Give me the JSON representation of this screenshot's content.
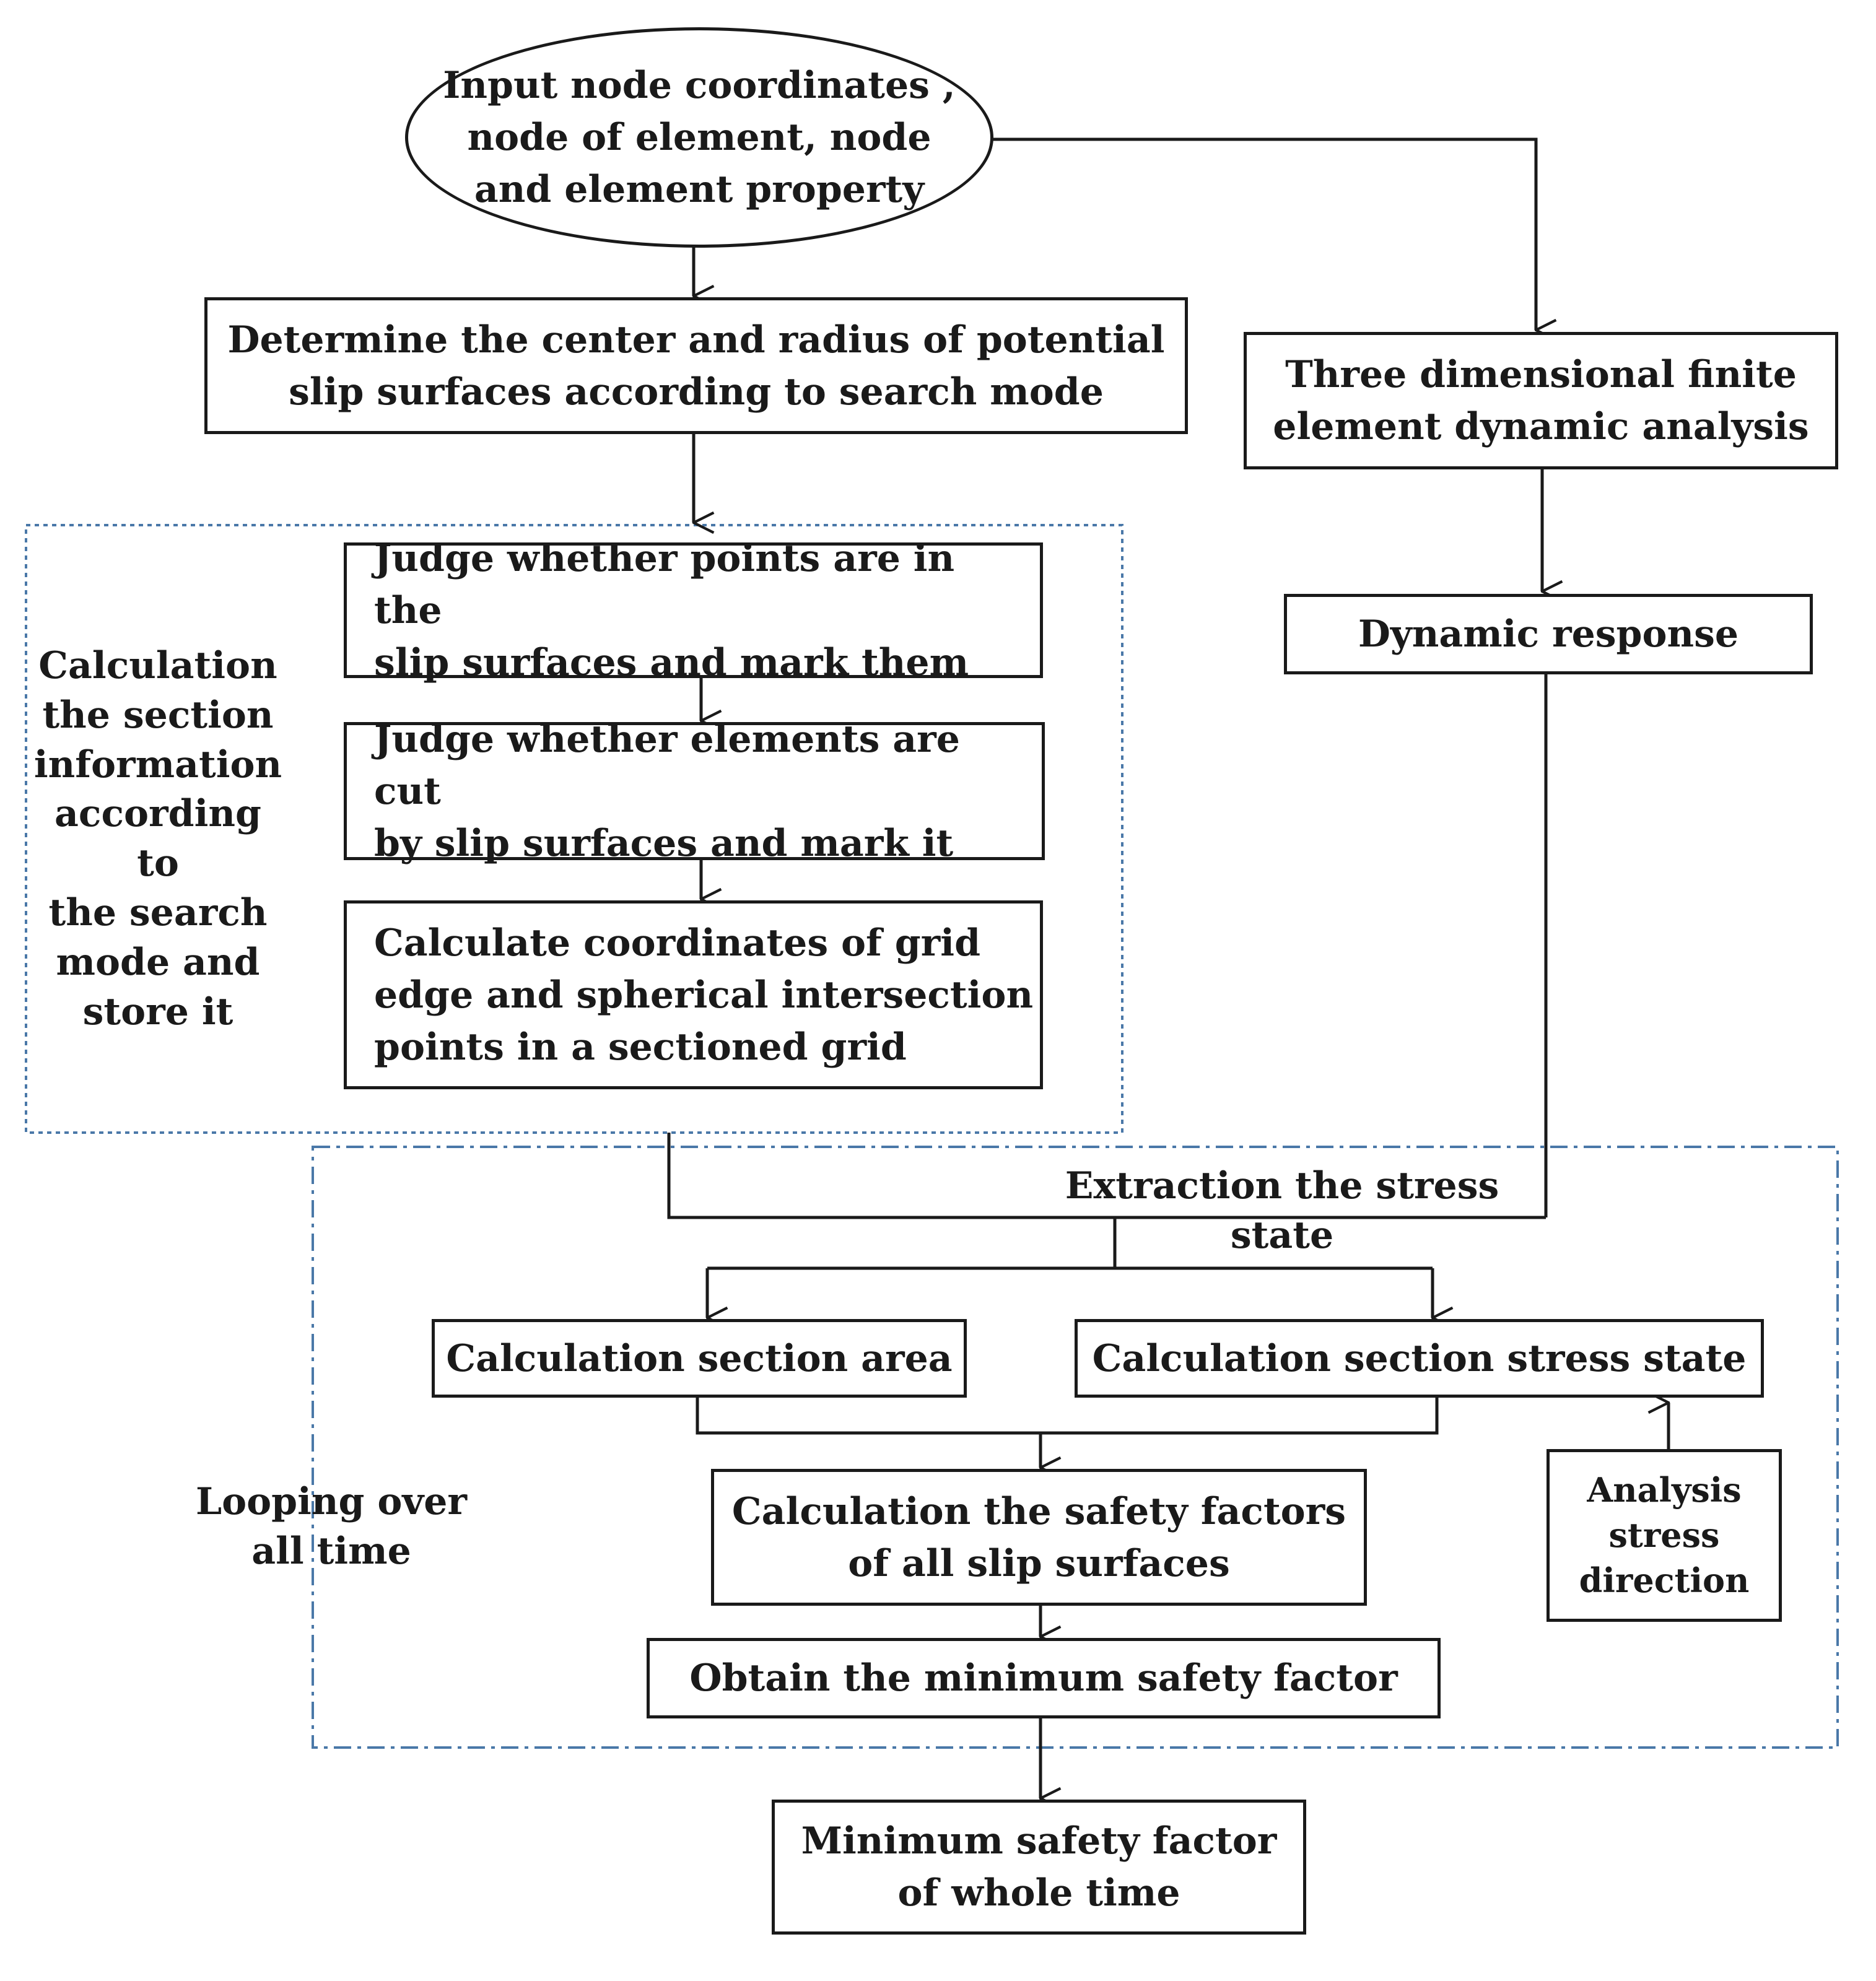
{
  "nodes": {
    "input": "Input node coordinates ,\nnode of element, node\nand element property",
    "determine": "Determine the center and radius of potential\nslip surfaces according to search mode",
    "judge_points": "Judge whether points are in the\nslip surfaces and mark them",
    "judge_elements": "Judge whether elements are cut\nby slip surfaces and mark it",
    "calc_coords": "Calculate coordinates of grid\nedge and spherical intersection\npoints in a sectioned grid",
    "fem": "Three dimensional finite\nelement dynamic analysis",
    "dynamic_response": "Dynamic response",
    "section_area": "Calculation section area",
    "section_stress": "Calculation section stress state",
    "stress_direction": "Analysis\nstress\ndirection",
    "safety_factors": "Calculation the safety factors\nof all slip surfaces",
    "min_factor": "Obtain the minimum safety factor",
    "min_whole": "Minimum safety factor\nof whole time"
  },
  "labels": {
    "section_group": "Calculation\nthe section\ninformation\naccording to\nthe search\nmode and\nstore it",
    "extraction": "Extraction the stress state",
    "looping": "Looping over\nall time"
  }
}
